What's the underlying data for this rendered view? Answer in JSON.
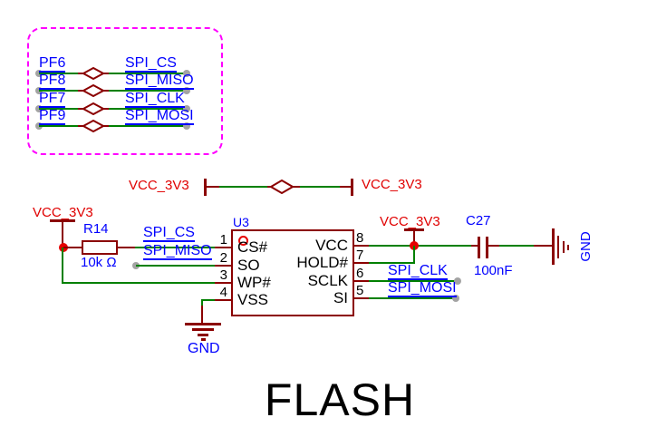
{
  "title": "FLASH",
  "header_box": {
    "rows": [
      {
        "pin_label": "PF6",
        "net_label": "SPI_CS"
      },
      {
        "pin_label": "PF8",
        "net_label": "SPI_MISO"
      },
      {
        "pin_label": "PF7",
        "net_label": "SPI_CLK"
      },
      {
        "pin_label": "PF9",
        "net_label": "SPI_MOSI"
      }
    ]
  },
  "power_tie": {
    "left_label": "VCC_3V3",
    "right_label": "VCC_3V3"
  },
  "vcc_rail_left": {
    "label": "VCC_3V3"
  },
  "vcc_rail_right": {
    "label": "VCC_3V3"
  },
  "resistor": {
    "designator": "R14",
    "value": "10k Ω"
  },
  "capacitor": {
    "designator": "C27",
    "value": "100nF"
  },
  "nets": {
    "cs": "SPI_CS",
    "miso": "SPI_MISO",
    "clk": "SPI_CLK",
    "mosi": "SPI_MOSI"
  },
  "chip": {
    "designator": "U3",
    "left_pins": [
      {
        "number": "1",
        "name": "CS#"
      },
      {
        "number": "2",
        "name": "SO"
      },
      {
        "number": "3",
        "name": "WP#"
      },
      {
        "number": "4",
        "name": "VSS"
      }
    ],
    "right_pins": [
      {
        "number": "8",
        "name": "VCC"
      },
      {
        "number": "7",
        "name": "HOLD#"
      },
      {
        "number": "6",
        "name": "SCLK"
      },
      {
        "number": "5",
        "name": "SI"
      }
    ]
  },
  "ground_bottom": {
    "label": "GND"
  },
  "ground_right": {
    "label": "GND"
  },
  "colors": {
    "wire_green": "#008000",
    "component_dark_red": "#8b0000",
    "power_red": "#e00000",
    "junction_red": "#e60000",
    "label_blue": "#0000ff",
    "box_magenta": "#ff00ff",
    "no_connect_gray": "#a3a3a3"
  }
}
